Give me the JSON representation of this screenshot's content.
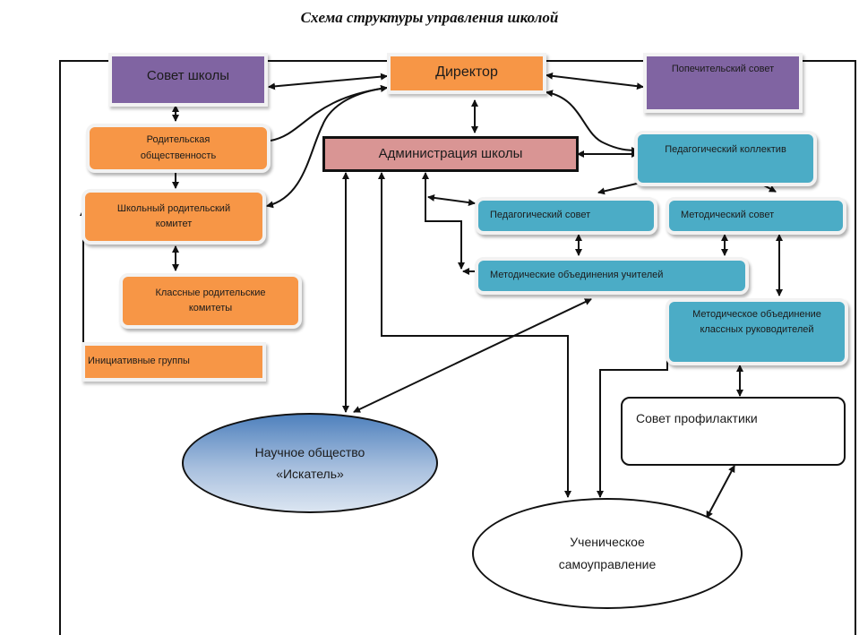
{
  "title": "Схема структуры управления школой",
  "colors": {
    "purple": "#8064a2",
    "orange": "#f79646",
    "blue": "#4bacc6",
    "admin_pink": "#d99594",
    "ellipse_gradient_top": "#4f81bd",
    "ellipse_gradient_bottom": "#dbe5f1"
  },
  "nodes": {
    "school_council": "Совет школы",
    "director": "Директор",
    "board_of_trustees": "Попечительский совет",
    "parent_community": "Родительская общественность",
    "school_administration": "Администрация школы",
    "teaching_staff": "Педагогический коллектив",
    "school_parent_committee": "Школьный родительский комитет",
    "pedagogical_council": "Педагогический совет",
    "methodical_council": "Методический совет",
    "class_parent_committees": "Классные родительские комитеты",
    "teachers_methodical_associations": "Методические объединения учителей",
    "class_teachers_methodical_association": "Методическое объединение классных руководителей",
    "initiative_groups": "Инициативные группы",
    "prevention_council": "Совет профилактики",
    "scientific_society": "Научное общество «Искатель»",
    "student_self_government": "Ученическое самоуправление"
  }
}
